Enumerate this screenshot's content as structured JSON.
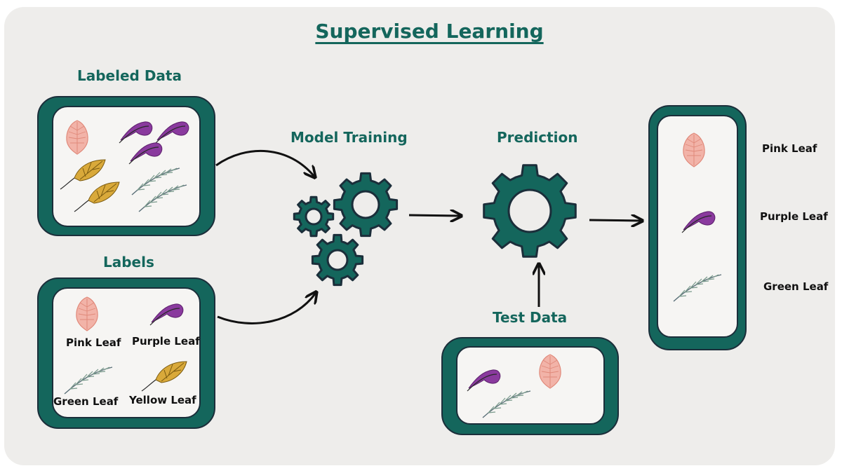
{
  "title": "Supervised Learning",
  "headings": {
    "labeled_data": "Labeled Data",
    "labels": "Labels",
    "model_training": "Model Training",
    "prediction": "Prediction",
    "test_data": "Test Data"
  },
  "labels_box": {
    "pink": "Pink Leaf",
    "purple": "Purple Leaf",
    "green": "Green Leaf",
    "yellow": "Yellow Leaf"
  },
  "outputs": {
    "pink": "Pink Leaf",
    "purple": "Purple Leaf",
    "green": "Green Leaf"
  },
  "colors": {
    "teal": "#14665c",
    "outline": "#1b2e3a",
    "pink_leaf": "#f2b3a8",
    "purple_leaf": "#8a3a9e",
    "yellow_leaf": "#d9a93a",
    "green_leaf": "#7a9a8c"
  }
}
